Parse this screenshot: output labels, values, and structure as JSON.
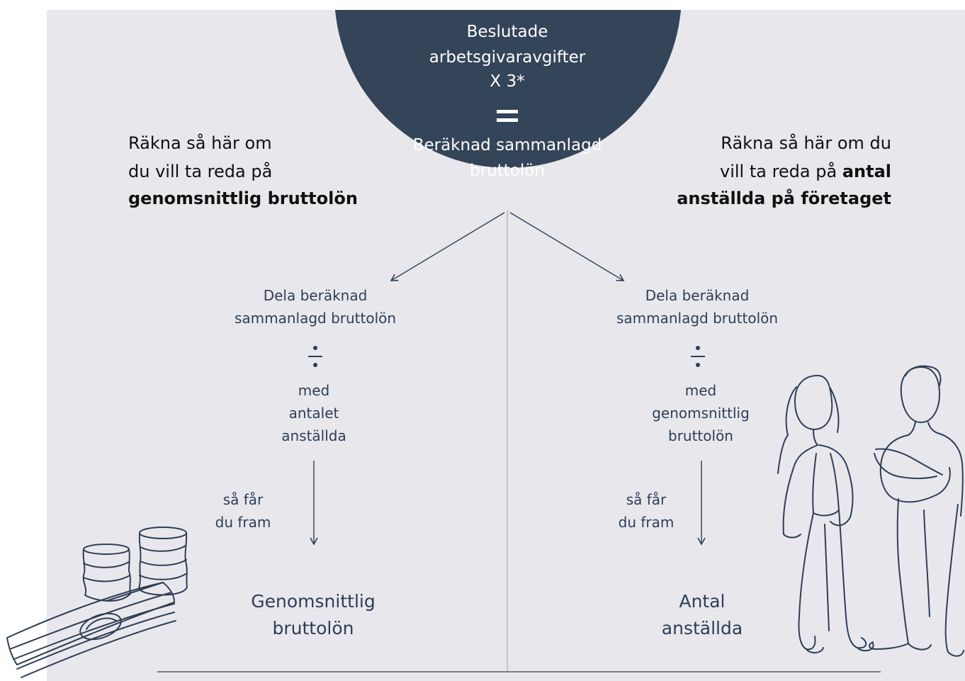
{
  "circle": {
    "line1": "Beslutade",
    "line2": "arbetsgivaravgifter",
    "line3": "X 3*",
    "line4": "Beräknad sammanlagd",
    "line5": "bruttolön"
  },
  "left_heading": {
    "line1": "Räkna så här om",
    "line2": "du vill ta reda på",
    "bold": "genomsnittlig bruttolön"
  },
  "right_heading": {
    "line1": "Räkna så här om du",
    "line2_plain": "vill ta reda på ",
    "line2_bold": "antal",
    "bold": "anställda på företaget"
  },
  "left": {
    "divide_1": "Dela beräknad",
    "divide_2": "sammanlagd bruttolön",
    "with_1": "med",
    "with_2": "antalet",
    "with_3": "anställda",
    "get_1": "så får",
    "get_2": "du fram",
    "result_1": "Genomsnittlig",
    "result_2": "bruttolön"
  },
  "right": {
    "divide_1": "Dela beräknad",
    "divide_2": "sammanlagd bruttolön",
    "with_1": "med",
    "with_2": "genomsnittlig",
    "with_3": "bruttolön",
    "get_1": "så får",
    "get_2": "du fram",
    "result_1": "Antal",
    "result_2": "anställda"
  },
  "colors": {
    "navy": "#344459",
    "panel": "#e8e8ec",
    "line": "#2e3e57",
    "divider": "#a9a9ae"
  },
  "icons": [
    "coins-and-banknotes-illustration",
    "two-people-illustration"
  ]
}
